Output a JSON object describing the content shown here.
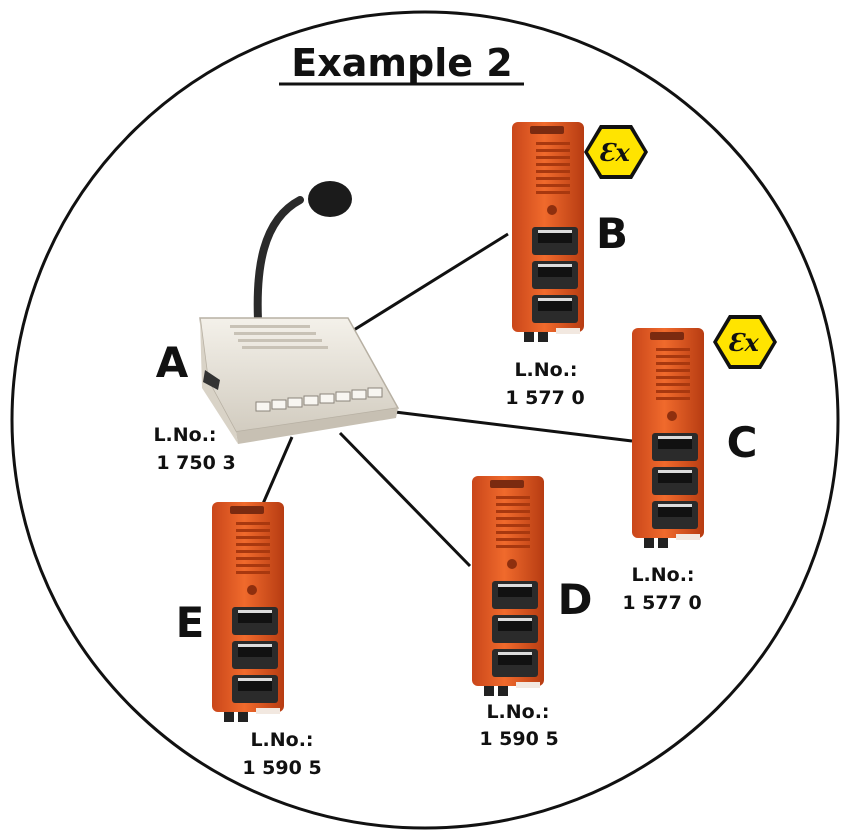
{
  "title": "Example 2",
  "colors": {
    "device_orange": "#e8541e",
    "device_orange_dark": "#b73c12",
    "ex_yellow": "#ffe400",
    "console_body": "#ebe6dc",
    "line": "#111111"
  },
  "nodes": {
    "A": {
      "letter": "A",
      "lno_label": "L.No.:",
      "lno_value": "1 750 3",
      "icon": "desk-microphone-console"
    },
    "B": {
      "letter": "B",
      "lno_label": "L.No.:",
      "lno_value": "1 577 0",
      "icon": "intercom-station",
      "ex": true
    },
    "C": {
      "letter": "C",
      "lno_label": "L.No.:",
      "lno_value": "1 577 0",
      "icon": "intercom-station",
      "ex": true
    },
    "D": {
      "letter": "D",
      "lno_label": "L.No.:",
      "lno_value": "1 590 5",
      "icon": "intercom-station"
    },
    "E": {
      "letter": "E",
      "lno_label": "L.No.:",
      "lno_value": "1 590 5",
      "icon": "intercom-station"
    }
  },
  "ex_label": "Ɛx",
  "edges": [
    [
      "A",
      "B"
    ],
    [
      "A",
      "C"
    ],
    [
      "A",
      "D"
    ],
    [
      "A",
      "E"
    ]
  ]
}
